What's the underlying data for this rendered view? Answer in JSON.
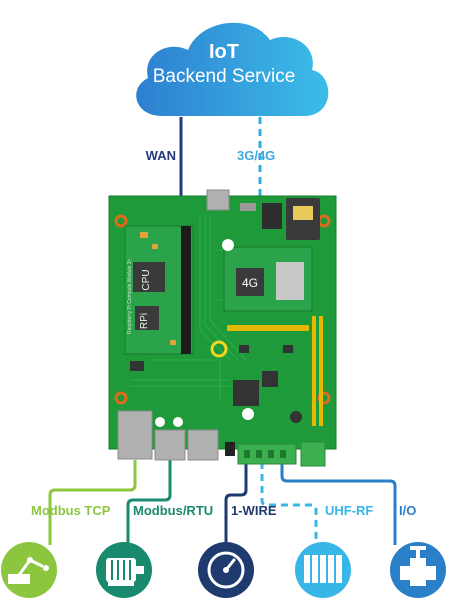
{
  "cloud": {
    "title": "IoT",
    "subtitle": "Backend Service"
  },
  "uplinks": {
    "wan": "WAN",
    "cellular": "3G/4G"
  },
  "board": {
    "cpu_label": "CPU",
    "module_label": "RPi",
    "modem_label": "4G",
    "module_caption": "Raspberry Pi Compute Module 3+"
  },
  "downlinks": [
    {
      "label": "Modbus TCP",
      "icon": "robot-arm-icon",
      "color": "#8cc63f"
    },
    {
      "label": "Modbus/RTU",
      "icon": "motor-icon",
      "color": "#1a8a6e"
    },
    {
      "label": "1-WIRE",
      "icon": "gauge-icon",
      "color": "#1e3a6e"
    },
    {
      "label": "UHF-RF",
      "icon": "rfid-tags-icon",
      "color": "#38b6e8"
    },
    {
      "label": "I/O",
      "icon": "valve-icon",
      "color": "#2a7fc9"
    }
  ],
  "colors": {
    "pcb": "#1e9a3a",
    "wan": "#243b7a",
    "cellular": "#3aa9e0"
  }
}
